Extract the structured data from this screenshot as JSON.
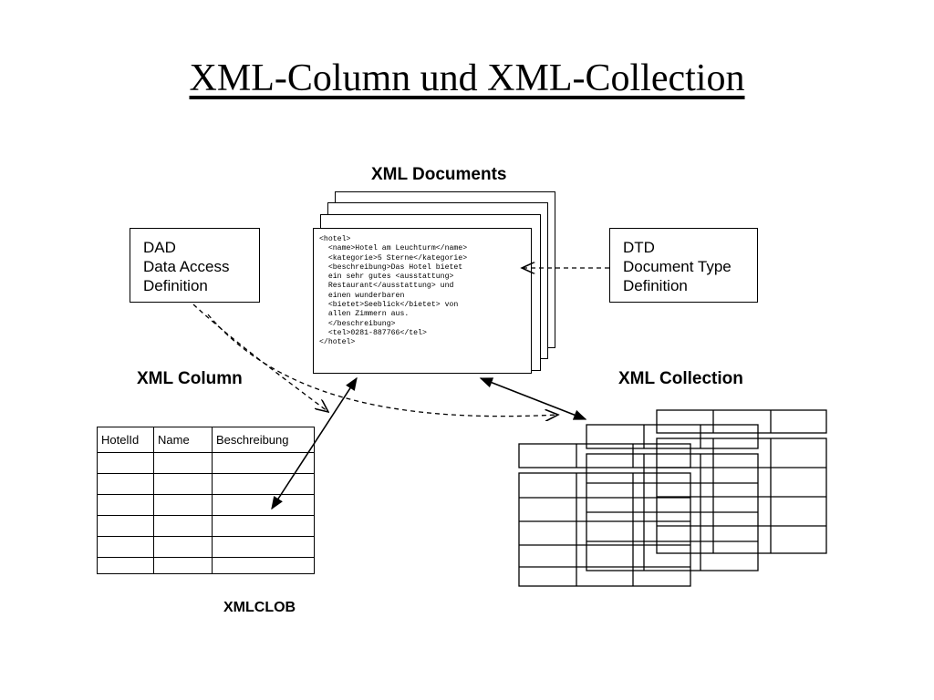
{
  "title": "XML-Column und XML-Collection",
  "labels": {
    "xml_documents": "XML Documents",
    "xml_column": "XML Column",
    "xml_collection": "XML Collection",
    "xmlclob": "XMLCLOB"
  },
  "dad_box": {
    "lines": [
      "DAD",
      "Data Access",
      "Definition"
    ]
  },
  "dtd_box": {
    "lines": [
      "DTD",
      "Document Type",
      "Definition"
    ]
  },
  "document_lines": [
    "<hotel>",
    "  <name>Hotel am Leuchturm</name>",
    "  <kategorie>5 Sterne</kategorie>",
    "  <beschreibung>Das Hotel bietet",
    "  ein sehr gutes <ausstattung>",
    "  Restaurant</ausstattung> und",
    "  einen wunderbaren",
    "  <bietet>Seeblick</bietet> von",
    "  allen Zimmern aus.",
    "  </beschreibung>",
    "  <tel>0281-887766</tel>",
    "</hotel>"
  ],
  "column_table": {
    "headers": [
      "HotelId",
      "Name",
      "Beschreibung"
    ]
  }
}
